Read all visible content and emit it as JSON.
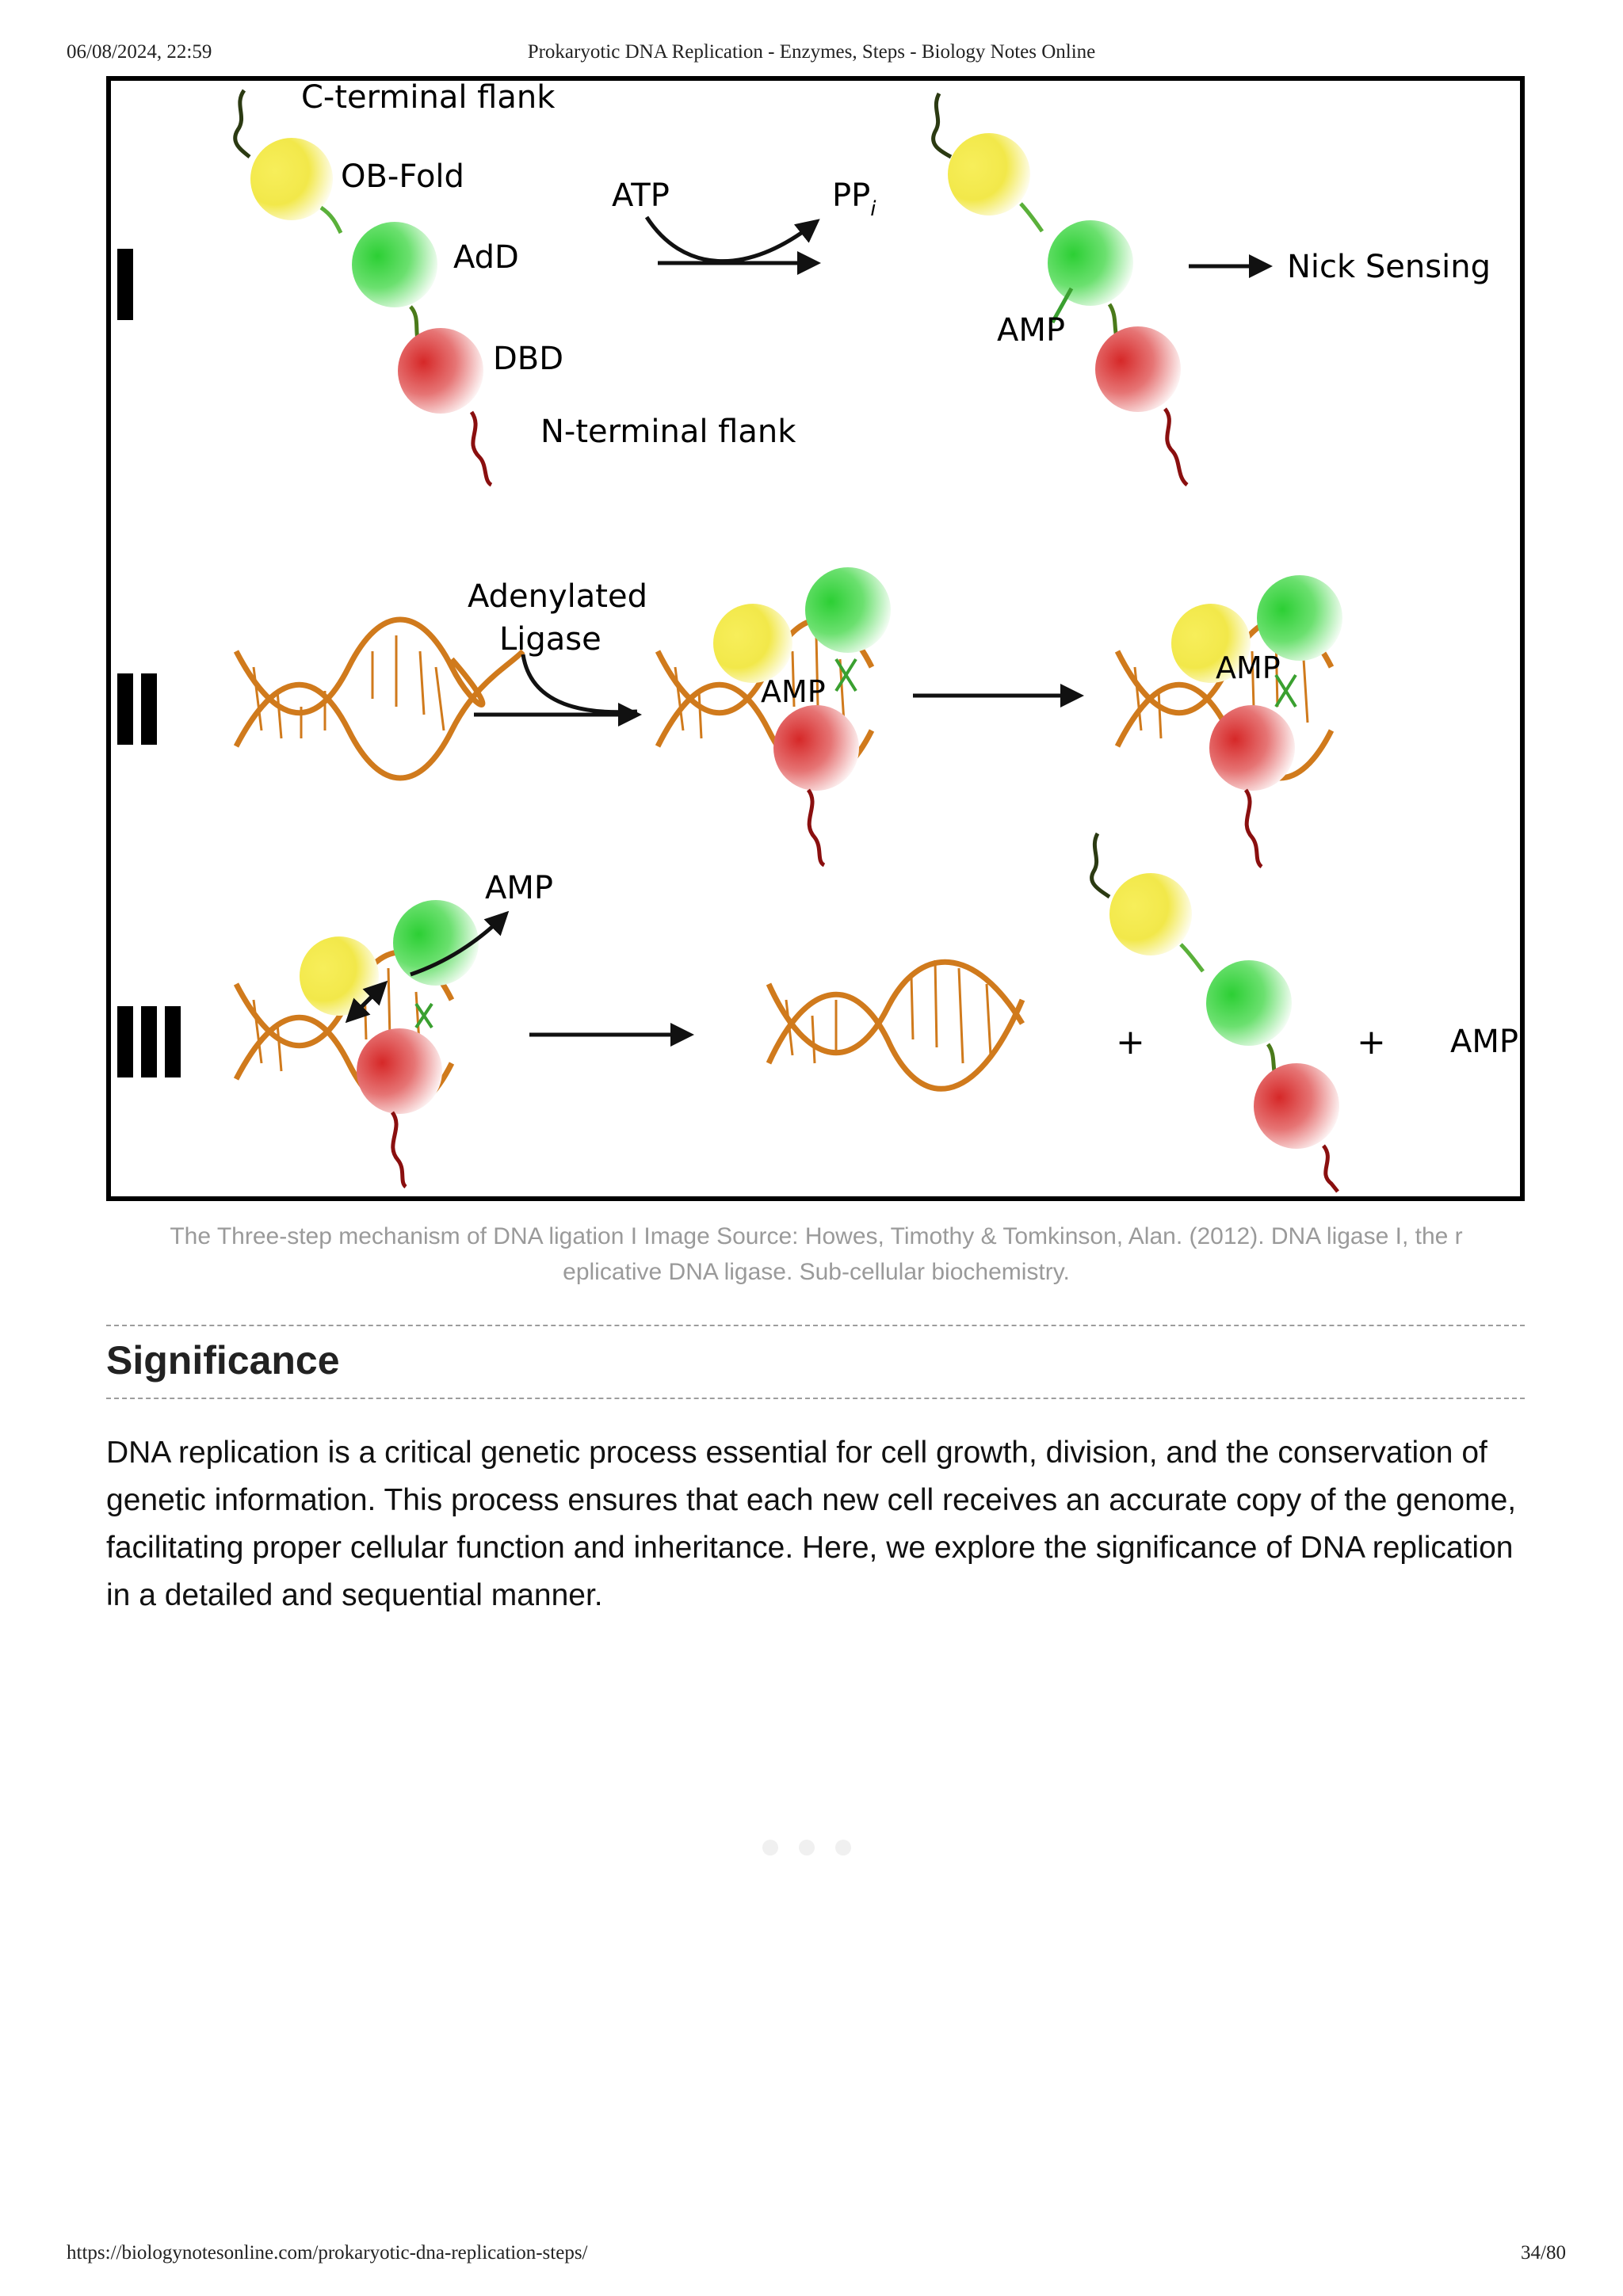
{
  "header": {
    "datetime": "06/08/2024, 22:59",
    "title": "Prokaryotic DNA Replication - Enzymes, Steps - Biology Notes Online"
  },
  "figure": {
    "step_numerals": [
      "I",
      "II",
      "III"
    ],
    "labels": {
      "c_terminal": "C-terminal flank",
      "ob_fold": "OB-Fold",
      "add": "AdD",
      "dbd": "DBD",
      "n_terminal": "N-terminal flank",
      "atp": "ATP",
      "ppi": "PP",
      "ppi_sub": "i",
      "amp": "AMP",
      "nick_sensing": "Nick Sensing",
      "adenylated": "Adenylated",
      "ligase": "Ligase",
      "plus": "+"
    },
    "colors": {
      "ob_fold": "#f2e84a",
      "add": "#44d44a",
      "dbd": "#d93a3a",
      "dna": "#d07a1c"
    }
  },
  "caption": {
    "line1": "The Three-step mechanism of DNA ligation I Image Source: Howes, Timothy & Tomkinson, Alan. (2012). DNA ligase I, the r",
    "line2": "eplicative DNA ligase. Sub-cellular biochemistry."
  },
  "section": {
    "heading": "Significance",
    "paragraph": "DNA replication is a critical genetic process essential for cell growth, division, and the conservation of genetic information. This process ensures that each new cell receives an accurate copy of the genome, facilitating proper cellular function and inheritance. Here, we explore the significance of DNA replication in a detailed and sequential manner."
  },
  "footer": {
    "url": "https://biologynotesonline.com/prokaryotic-dna-replication-steps/",
    "page": "34/80"
  }
}
